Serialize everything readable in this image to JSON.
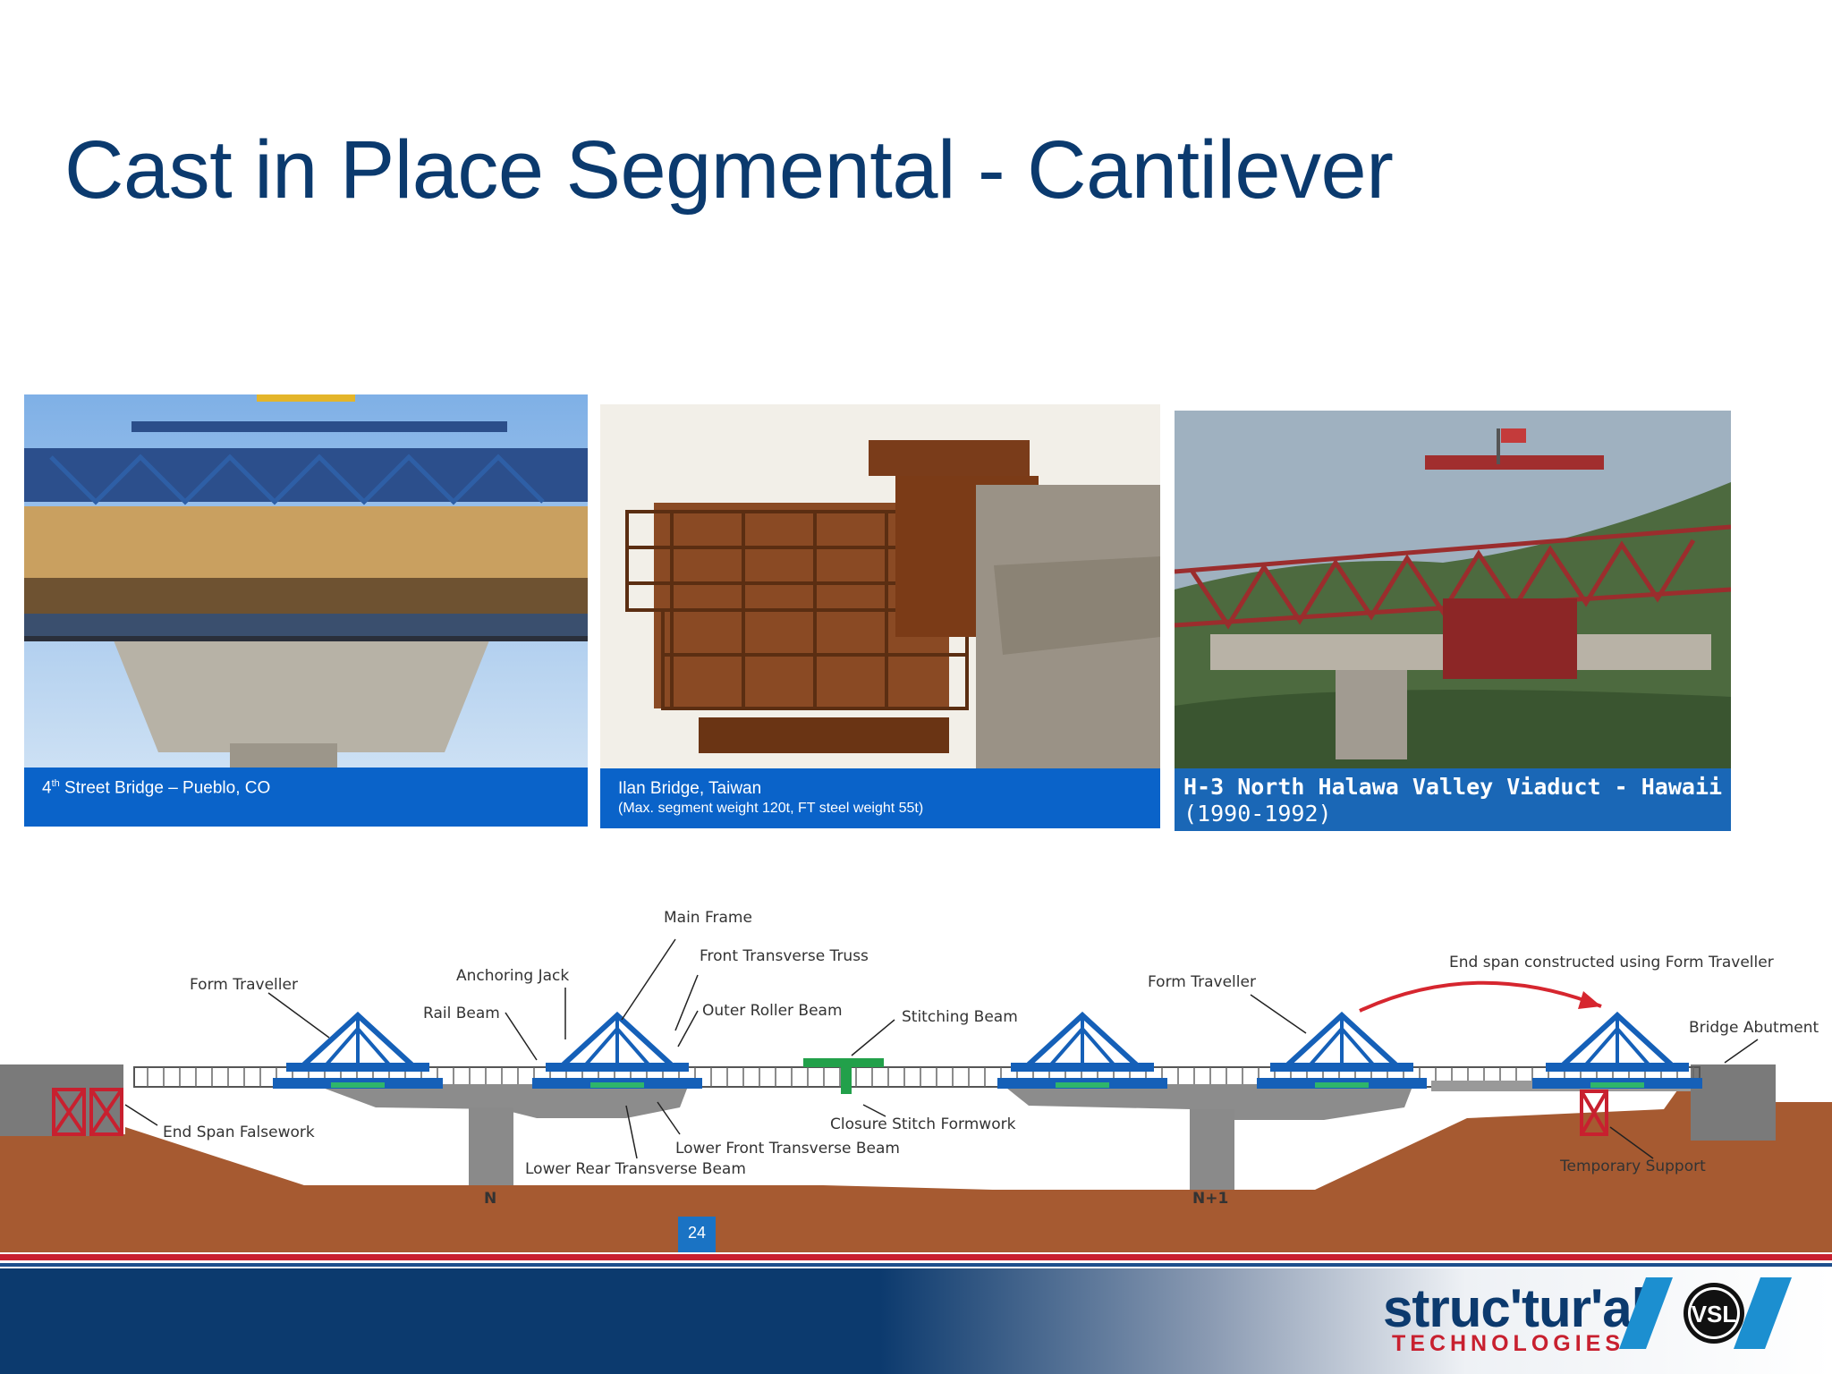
{
  "slide": {
    "title": "Cast in Place Segmental - Cantilever",
    "page_number": "24"
  },
  "photos": [
    {
      "caption_main": "4",
      "caption_sup": "th",
      "caption_rest": " Street Bridge – Pueblo, CO"
    },
    {
      "caption_line1": "Ilan Bridge, Taiwan",
      "caption_line2": "(Max. segment weight 120t, FT steel weight 55t)"
    },
    {
      "caption_line1": "H-3 North Halawa Valley Viaduct - Hawaii",
      "caption_line2": "(1990-1992)"
    }
  ],
  "diagram": {
    "labels": {
      "main_frame": "Main Frame",
      "front_transverse_truss": "Front Transverse Truss",
      "form_traveller_left": "Form Traveller",
      "anchoring_jack": "Anchoring Jack",
      "rail_beam": "Rail Beam",
      "outer_roller_beam": "Outer Roller Beam",
      "stitching_beam": "Stitching Beam",
      "form_traveller_right": "Form Traveller",
      "end_span_note": "End span constructed using Form Traveller",
      "bridge_abutment": "Bridge Abutment",
      "end_span_falsework": "End Span Falsework",
      "closure_stitch_formwork": "Closure Stitch Formwork",
      "lower_front_transverse_beam": "Lower Front Transverse Beam",
      "lower_rear_transverse_beam": "Lower Rear Transverse Beam",
      "temporary_support": "Temporary Support",
      "pier_n": "N",
      "pier_n1": "N+1"
    }
  },
  "footer": {
    "logo_main": "struc'tur'al",
    "logo_sub": "TECHNOLOGIES",
    "partner_logo": "VSL"
  },
  "colors": {
    "title": "#0b3a6e",
    "caption_bg": "#0a63c9",
    "ground": "#a65a31",
    "traveller": "#1560b8",
    "footer": "#0c3a6e",
    "accent_red": "#c8202f"
  }
}
